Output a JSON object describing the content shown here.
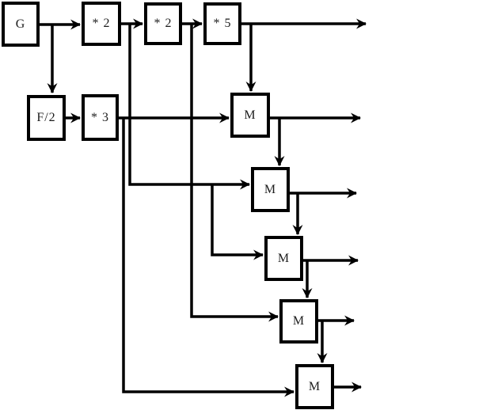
{
  "diagram": {
    "type": "block-diagram",
    "description": "Frequency synthesis block diagram: source G feeds a *2,*2,*5 multiplier chain and an F/2,*3 divider branch; five M mixer blocks cascade taps to six output arrows.",
    "colors": {
      "background": "#ffffff",
      "line": "#000000",
      "box_fill": "#ffffff",
      "box_border": "#000000"
    },
    "blocks": [
      {
        "id": "g",
        "label": "G"
      },
      {
        "id": "mul2a",
        "label": "* 2"
      },
      {
        "id": "mul2b",
        "label": "* 2"
      },
      {
        "id": "mul5",
        "label": "* 5"
      },
      {
        "id": "fdiv2",
        "label": "F/2"
      },
      {
        "id": "mul3",
        "label": "* 3"
      },
      {
        "id": "m1",
        "label": "M"
      },
      {
        "id": "m2",
        "label": "M"
      },
      {
        "id": "m3",
        "label": "M"
      },
      {
        "id": "m4",
        "label": "M"
      },
      {
        "id": "m5",
        "label": "M"
      }
    ],
    "outputs_count": 6
  }
}
